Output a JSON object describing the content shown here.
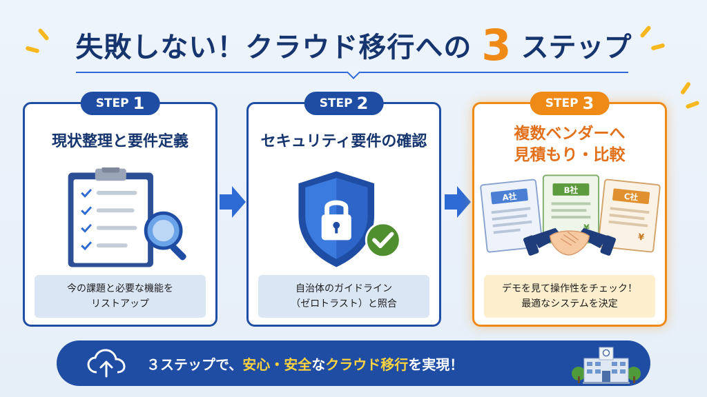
{
  "title": {
    "main": "失敗しない！クラウド移行への",
    "number": "3",
    "tail": "ステップ"
  },
  "steps": [
    {
      "badge_label": "STEP",
      "badge_number": "1",
      "title_lines": [
        "現状整理と要件定義"
      ],
      "caption_lines": [
        "今の課題と必要な機能を",
        "リストアップ"
      ],
      "icons": [
        "clipboard-checklist-icon",
        "magnifier-icon"
      ]
    },
    {
      "badge_label": "STEP",
      "badge_number": "2",
      "title_lines": [
        "セキュリティ要件の確認"
      ],
      "caption_lines": [
        "自治体のガイドライン",
        "（ゼロトラスト）と照合"
      ],
      "icons": [
        "shield-lock-icon",
        "checkmark-icon"
      ]
    },
    {
      "badge_label": "STEP",
      "badge_number": "3",
      "title_lines": [
        "複数ベンダーへ",
        "見積もり・比較"
      ],
      "caption_lines": [
        "デモを見て操作性をチェック！",
        "最適なシステムを決定"
      ],
      "vendors": [
        "A社",
        "B社",
        "C社"
      ],
      "currency": "¥",
      "icons": [
        "quote-documents-icon",
        "handshake-icon"
      ]
    }
  ],
  "banner": {
    "part1": "３ステップで、",
    "highlight1": "安心・安全",
    "part2": "な",
    "highlight2": "クラウド移行",
    "part3": "を実現！",
    "icons": [
      "cloud-upload-icon",
      "city-hall-building-icon"
    ]
  },
  "colors": {
    "navy": "#1f4da3",
    "orange": "#f08a16",
    "title_text": "#16356f",
    "check_green": "#4f8f2f",
    "banner_highlight": "#ffd23f"
  }
}
